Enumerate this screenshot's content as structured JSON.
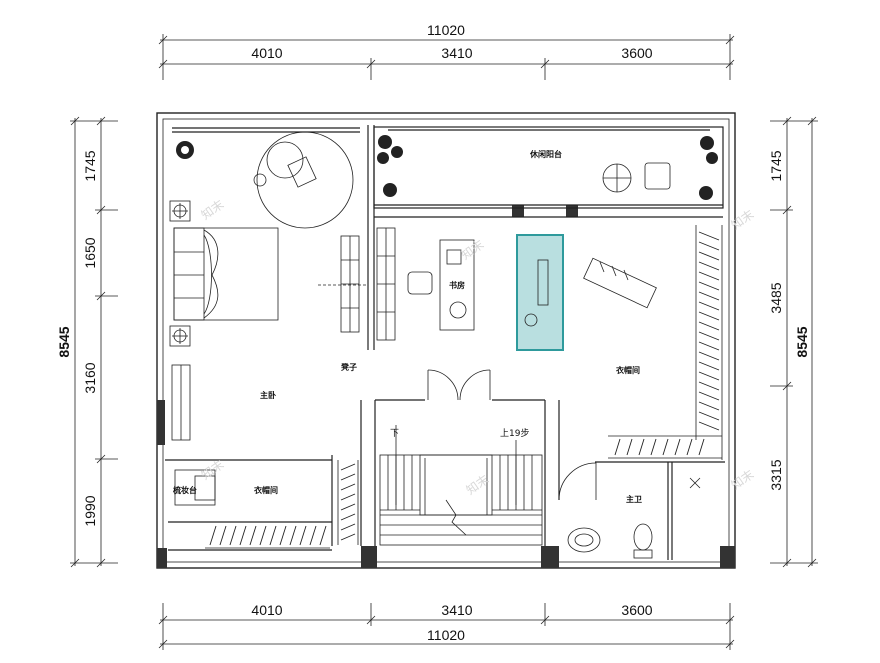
{
  "dimensions": {
    "top_total": "11020",
    "top_segments": [
      "4010",
      "3410",
      "3600"
    ],
    "bottom_segments": [
      "4010",
      "3410",
      "3600"
    ],
    "bottom_total": "11020",
    "left_total": "8545",
    "left_segments": [
      "1745",
      "1650",
      "3160",
      "1990"
    ],
    "right_total": "8545",
    "right_segments": [
      "1745",
      "3485",
      "3315"
    ]
  },
  "rooms": {
    "leisure_balcony": "休闲阳台",
    "study": "书房",
    "walk_in_closet_right": "衣帽间",
    "master_bedroom": "主卧",
    "walk_in_closet_left": "衣帽间",
    "master_bath": "主卫",
    "dresser": "梳妆台",
    "stool": "凳子",
    "stair_down": "下",
    "stair_up": "上19步"
  },
  "colors": {
    "highlight_fill": "#b9dfe0",
    "highlight_stroke": "#2e9a9c",
    "line": "#222222"
  }
}
